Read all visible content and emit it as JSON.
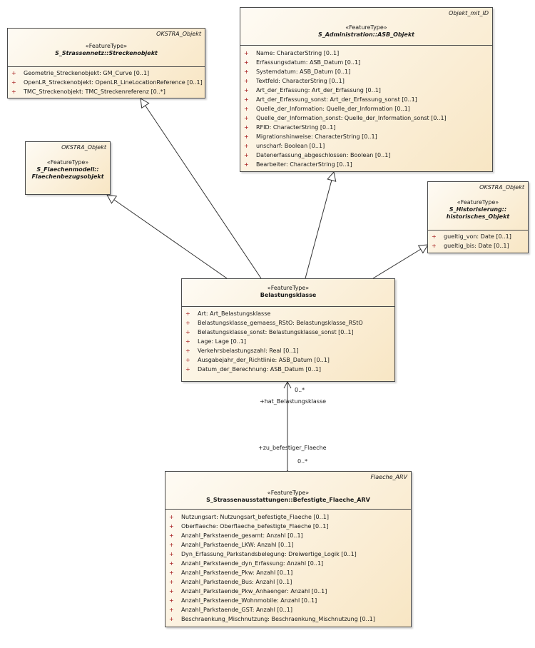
{
  "classes": {
    "strecken": {
      "tag": "OKSTRA_Objekt",
      "stereotype": "«FeatureType»",
      "name": "S_Strassennetz::Streckenobjekt",
      "attributes": [
        "Geometrie_Streckenobjekt: GM_Curve [0..1]",
        "OpenLR_Streckenobjekt: OpenLR_LineLocationReference [0..1]",
        "TMC_Streckenobjekt: TMC_Streckenreferenz [0..*]"
      ]
    },
    "asb": {
      "tag": "Objekt_mit_ID",
      "stereotype": "«FeatureType»",
      "name": "S_Administration::ASB_Objekt",
      "attributes": [
        "Name: CharacterString [0..1]",
        "Erfassungsdatum: ASB_Datum [0..1]",
        "Systemdatum: ASB_Datum [0..1]",
        "Textfeld: CharacterString [0..1]",
        "Art_der_Erfassung: Art_der_Erfassung [0..1]",
        "Art_der_Erfassung_sonst: Art_der_Erfassung_sonst [0..1]",
        "Quelle_der_Information: Quelle_der_Information [0..1]",
        "Quelle_der_Information_sonst: Quelle_der_Information_sonst [0..1]",
        "RFID: CharacterString [0..1]",
        "Migrationshinweise: CharacterString [0..1]",
        "unscharf: Boolean [0..1]",
        "Datenerfassung_abgeschlossen: Boolean [0..1]",
        "Bearbeiter: CharacterString [0..1]"
      ]
    },
    "flaechen": {
      "tag": "OKSTRA_Objekt",
      "stereotype": "«FeatureType»",
      "name_line1": "S_Flaechenmodell::",
      "name_line2": "Flaechenbezugsobjekt"
    },
    "historisch": {
      "tag": "OKSTRA_Objekt",
      "stereotype": "«FeatureType»",
      "name_line1": "S_Historisierung::",
      "name_line2": "historisches_Objekt",
      "attributes": [
        "gueltig_von: Date [0..1]",
        "gueltig_bis: Date [0..1]"
      ]
    },
    "belastung": {
      "stereotype": "«FeatureType»",
      "name": "Belastungsklasse",
      "attributes": [
        "Art: Art_Belastungsklasse",
        "Belastungsklasse_gemaess_RStO: Belastungsklasse_RStO",
        "Belastungsklasse_sonst: Belastungsklasse_sonst [0..1]",
        "Lage: Lage [0..1]",
        "Verkehrsbelastungszahl: Real [0..1]",
        "Ausgabejahr_der_Richtlinie: ASB_Datum [0..1]",
        "Datum_der_Berechnung: ASB_Datum [0..1]"
      ]
    },
    "flaeche_arv": {
      "tag": "Flaeche_ARV",
      "stereotype": "«FeatureType»",
      "name": "S_Strassenausstattungen::Befestigte_Flaeche_ARV",
      "attributes": [
        "Nutzungsart: Nutzungsart_befestigte_Flaeche [0..1]",
        "Oberflaeche: Oberflaeche_befestigte_Flaeche [0..1]",
        "Anzahl_Parkstaende_gesamt: Anzahl [0..1]",
        "Anzahl_Parkstaende_LKW: Anzahl [0..1]",
        "Dyn_Erfassung_Parkstandsbelegung: Dreiwertige_Logik [0..1]",
        "Anzahl_Parkstaende_dyn_Erfassung: Anzahl [0..1]",
        "Anzahl_Parkstaende_Pkw: Anzahl [0..1]",
        "Anzahl_Parkstaende_Bus: Anzahl [0..1]",
        "Anzahl_Parkstaende_Pkw_Anhaenger: Anzahl [0..1]",
        "Anzahl_Parkstaende_Wohnmobile: Anzahl [0..1]",
        "Anzahl_Parkstaende_GST: Anzahl [0..1]",
        "Beschraenkung_Mischnutzung: Beschraenkung_Mischnutzung [0..1]"
      ]
    }
  },
  "association": {
    "upper_multiplicity": "0..*",
    "upper_role": "+hat_Belastungsklasse",
    "lower_role": "+zu_befestiger_Flaeche",
    "lower_multiplicity": "0..*"
  },
  "colors": {
    "fill_light": "#fefbf4",
    "fill_dark": "#f8e6c4",
    "border": "#4a4a4a",
    "plus": "#a31515"
  }
}
